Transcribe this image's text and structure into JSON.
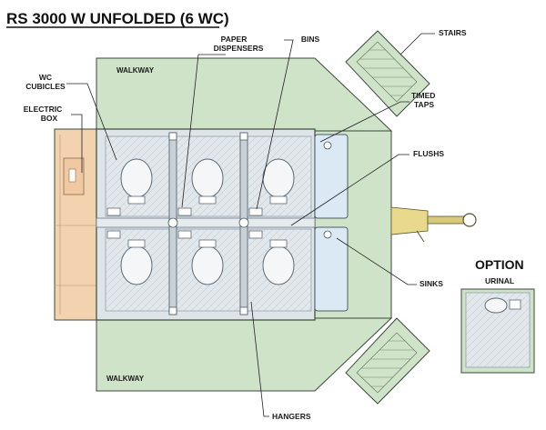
{
  "title": "RS 3000 W UNFOLDED (6 WC)",
  "option_title": "OPTION",
  "labels": {
    "walkway_top": "WALKWAY",
    "walkway_bottom": "WALKWAY",
    "wc_cubicles_1": "WC",
    "wc_cubicles_2": "CUBICLES",
    "electric_box_1": "ELECTRIC",
    "electric_box_2": "BOX",
    "paper_dispensers_1": "PAPER",
    "paper_dispensers_2": "DISPENSERS",
    "bins": "BINS",
    "stairs": "STAIRS",
    "timed_taps_1": "TIMED",
    "timed_taps_2": "TAPS",
    "flushs": "FLUSHS",
    "sinks": "SINKS",
    "hangers": "HANGERS",
    "urinal": "URINAL"
  },
  "colors": {
    "walkway_green": "#cfe3c8",
    "outline": "#3a4a3a",
    "cubicle_floor": "#e3e8ec",
    "electric_box": "#f3d2b0",
    "sink_blue": "#dbe9f5",
    "drawbar_yellow": "#e8d98c"
  }
}
